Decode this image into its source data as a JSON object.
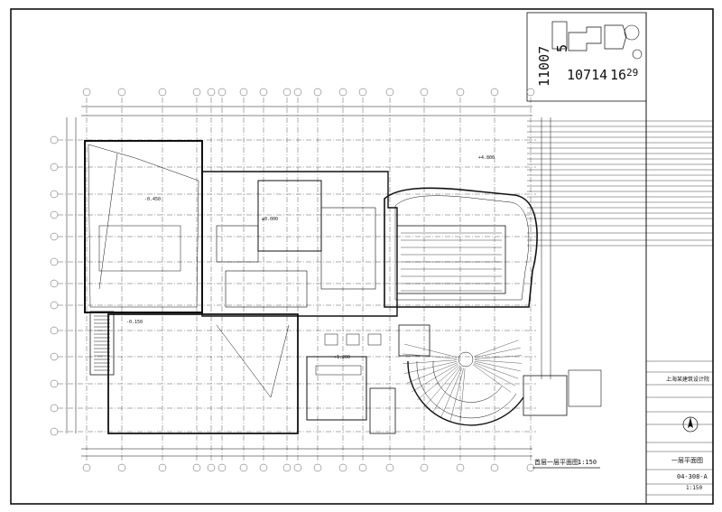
{
  "key_plan": {
    "numbers": [
      "11007",
      "5",
      "10714",
      "16",
      "29"
    ]
  },
  "plan_caption": {
    "title": "首层一层平面图",
    "scale": "1:150"
  },
  "title_block": {
    "stamp_text": "上海某建筑设计院",
    "drawing_name": "一层平面图",
    "drawing_no": "04-308-A",
    "scale": "1:150"
  },
  "elevations": [
    "-0.450",
    "-0.150",
    "±0.000",
    "+4.800",
    "-1.200"
  ],
  "colors": {
    "line": "#111111",
    "paper": "#ffffff"
  }
}
